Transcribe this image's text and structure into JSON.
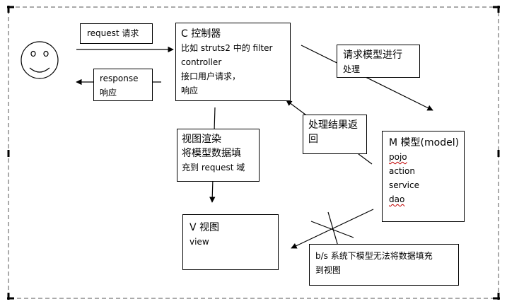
{
  "request_label": "request 请求",
  "response_box": {
    "line1": "response",
    "line2": "响应"
  },
  "controller_box": {
    "line1": "C    控制器",
    "line2": "比如 struts2 中的 filter",
    "line3": "controller",
    "line4": "接口用户请求，",
    "line5": "响应"
  },
  "request_model_box": {
    "line1": "请求模型进行",
    "line2": "处理"
  },
  "result_return_box": {
    "line1": "处理结果返",
    "line2": "回"
  },
  "render_box": {
    "line1": "视图渲染",
    "line2": "将模型数据填",
    "line3": "充到 request 域"
  },
  "model_box": {
    "line1": "M  模型(model)",
    "line2": "pojo",
    "line3": "action",
    "line4": "service",
    "line5": "dao"
  },
  "view_box": {
    "line1": "V  视图",
    "line2": "view"
  },
  "note_box": {
    "line1": "b/s 系统下模型无法将数据填充",
    "line2": "到视图"
  }
}
